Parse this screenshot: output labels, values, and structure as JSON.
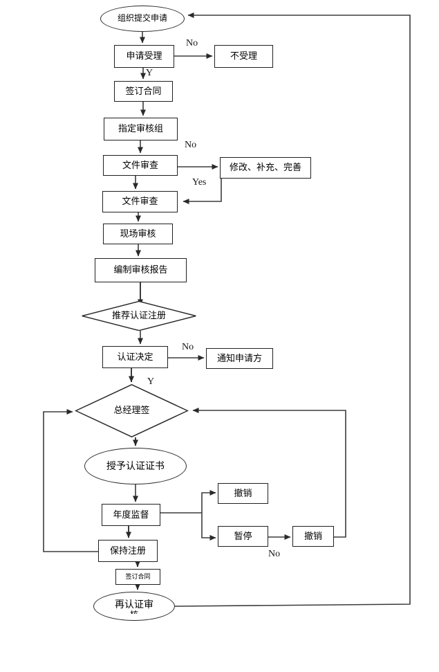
{
  "flowchart": {
    "nodes": {
      "start": {
        "shape": "ellipse",
        "label": "组织提交申请"
      },
      "accept": {
        "shape": "rect",
        "label": "申请受理"
      },
      "reject": {
        "shape": "rect",
        "label": "不受理"
      },
      "sign_contract": {
        "shape": "rect",
        "label": "签订合同"
      },
      "assign_team": {
        "shape": "rect",
        "label": "指定审核组"
      },
      "doc_review_1": {
        "shape": "rect",
        "label": "文件审查"
      },
      "modify": {
        "shape": "rect",
        "label": "修改、补充、完善"
      },
      "doc_review_2": {
        "shape": "rect",
        "label": "文件审查"
      },
      "onsite_audit": {
        "shape": "rect",
        "label": "现场审核"
      },
      "audit_report": {
        "shape": "rect",
        "label": "编制审核报告"
      },
      "recommend": {
        "shape": "diamond",
        "label": "推荐认证注册"
      },
      "cert_decision": {
        "shape": "rect",
        "label": "认证决定"
      },
      "notify_applicant": {
        "shape": "rect",
        "label": "通知申请方"
      },
      "gm_sign": {
        "shape": "diamond",
        "label": "总经理签"
      },
      "grant_cert": {
        "shape": "ellipse",
        "label": "授予认证证书"
      },
      "annual_supervision": {
        "shape": "rect",
        "label": "年度监督"
      },
      "revoke_top": {
        "shape": "rect",
        "label": "撤销"
      },
      "suspend": {
        "shape": "rect",
        "label": "暂停"
      },
      "revoke_right": {
        "shape": "rect",
        "label": "撤销"
      },
      "keep_registration": {
        "shape": "rect",
        "label": "保持注册"
      },
      "sign_contract_2": {
        "shape": "rect",
        "label": "签订合同"
      },
      "recertification": {
        "shape": "ellipse",
        "label": "再认证审",
        "clipped_label": "核"
      }
    },
    "edge_labels": {
      "accept_no": "No",
      "accept_yes": "Y",
      "doc_review_no": "No",
      "modify_yes": "Yes",
      "decision_no": "No",
      "decision_yes": "Y",
      "suspend_no": "No"
    },
    "colors": {
      "background": "#ffffff",
      "line": "#3b3b3b",
      "shape_border": "#1f1f1f",
      "text": "#000000"
    }
  }
}
